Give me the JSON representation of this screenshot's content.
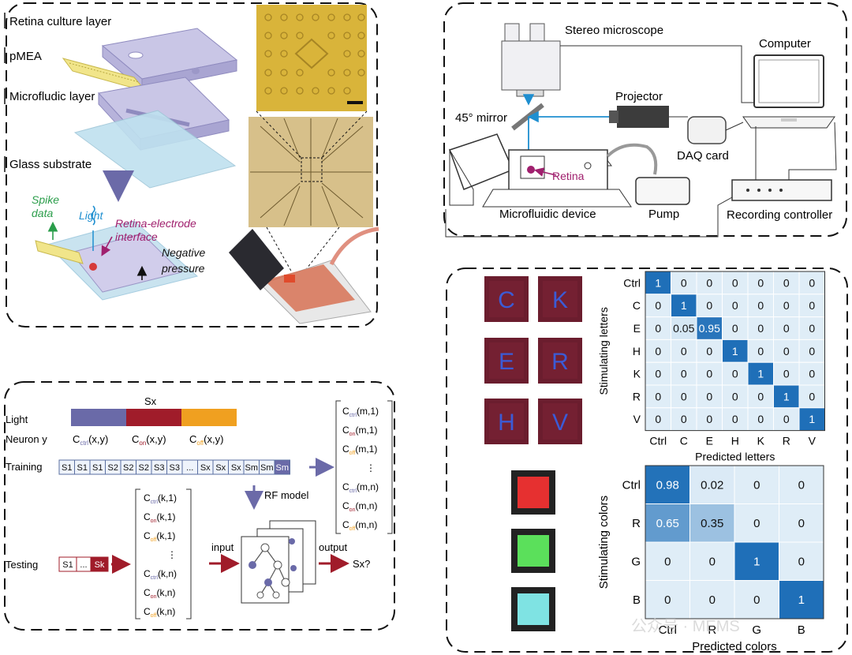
{
  "panel_a": {
    "labels": {
      "culture": "Retina culture layer",
      "pmea": "pMEA",
      "microfluidic": "Microfludic layer",
      "glass": "Glass substrate",
      "spike1": "Spike",
      "spike2": "data",
      "light": "Light",
      "interface1": "Retina-electrode",
      "interface2": "interface",
      "negative1": "Negative",
      "negative2": "pressure"
    }
  },
  "panel_b": {
    "labels": {
      "stereo": "Stereo microscope",
      "computer": "Computer",
      "projector": "Projector",
      "mirror": "45° mirror",
      "daq": "DAQ card",
      "retina": "Retina",
      "device": "Microfluidic device",
      "pump": "Pump",
      "recording": "Recording controller"
    }
  },
  "panel_c": {
    "sx": "Sx",
    "light": "Light",
    "neuron": "Neuron y",
    "c_ctrl": "C",
    "c_ctrl_sub": "ctrl",
    "c_ctrl_args": "(x,y)",
    "c_on_sub": "on",
    "c_off_sub": "off",
    "training": "Training",
    "training_cells": [
      "S1",
      "S1",
      "S1",
      "S2",
      "S2",
      "S2",
      "S3",
      "S3",
      "...",
      "Sx",
      "Sx",
      "Sx",
      "Sm",
      "Sm",
      "Sm"
    ],
    "testing": "Testing",
    "testing_cells": [
      "S1",
      "...",
      "Sk"
    ],
    "rf_model": "RF model",
    "input": "input",
    "output": "output",
    "sx_q": "Sx?",
    "right_list": [
      {
        "sub": "ctrl",
        "args": "(m,1)"
      },
      {
        "sub": "on",
        "args": "(m,1)"
      },
      {
        "sub": "off",
        "args": "(m,1)"
      },
      {
        "sub": "",
        "args": "⋮"
      },
      {
        "sub": "ctrl",
        "args": "(m,n)"
      },
      {
        "sub": "on",
        "args": "(m,n)"
      },
      {
        "sub": "off",
        "args": "(m,n)"
      }
    ],
    "left_list": [
      {
        "sub": "ctrl",
        "args": "(k,1)"
      },
      {
        "sub": "on",
        "args": "(k,1)"
      },
      {
        "sub": "off",
        "args": "(k,1)"
      },
      {
        "sub": "",
        "args": "⋮"
      },
      {
        "sub": "ctrl",
        "args": "(k,n)"
      },
      {
        "sub": "on",
        "args": "(k,n)"
      },
      {
        "sub": "off",
        "args": "(k,n)"
      }
    ]
  },
  "panel_d": {
    "letter_tiles": [
      "C",
      "K",
      "E",
      "R",
      "H",
      "V"
    ],
    "color_tiles": [
      "#e63030",
      "#5be05b",
      "#7fe3e3"
    ],
    "watermark": "公众号 · MEMS"
  },
  "chart_data": [
    {
      "type": "heatmap",
      "xlabel": "Predicted letters",
      "ylabel": "Stimulating letters",
      "x": [
        "Ctrl",
        "C",
        "E",
        "H",
        "K",
        "R",
        "V"
      ],
      "y": [
        "Ctrl",
        "C",
        "E",
        "H",
        "K",
        "R",
        "V"
      ],
      "values": [
        [
          "1",
          "0",
          "0",
          "0",
          "0",
          "0",
          "0"
        ],
        [
          "0",
          "1",
          "0",
          "0",
          "0",
          "0",
          "0"
        ],
        [
          "0",
          "0.05",
          "0.95",
          "0",
          "0",
          "0",
          "0"
        ],
        [
          "0",
          "0",
          "0",
          "1",
          "0",
          "0",
          "0"
        ],
        [
          "0",
          "0",
          "0",
          "0",
          "1",
          "0",
          "0"
        ],
        [
          "0",
          "0",
          "0",
          "0",
          "0",
          "1",
          "0"
        ],
        [
          "0",
          "0",
          "0",
          "0",
          "0",
          "0",
          "1"
        ]
      ]
    },
    {
      "type": "heatmap",
      "xlabel": "Predicted colors",
      "ylabel": "Stimulating colors",
      "x": [
        "Ctrl",
        "R",
        "G",
        "B"
      ],
      "y": [
        "Ctrl",
        "R",
        "G",
        "B"
      ],
      "values": [
        [
          "0.98",
          "0.02",
          "0",
          "0"
        ],
        [
          "0.65",
          "0.35",
          "0",
          "0"
        ],
        [
          "0",
          "0",
          "1",
          "0"
        ],
        [
          "0",
          "0",
          "0",
          "1"
        ]
      ]
    }
  ]
}
